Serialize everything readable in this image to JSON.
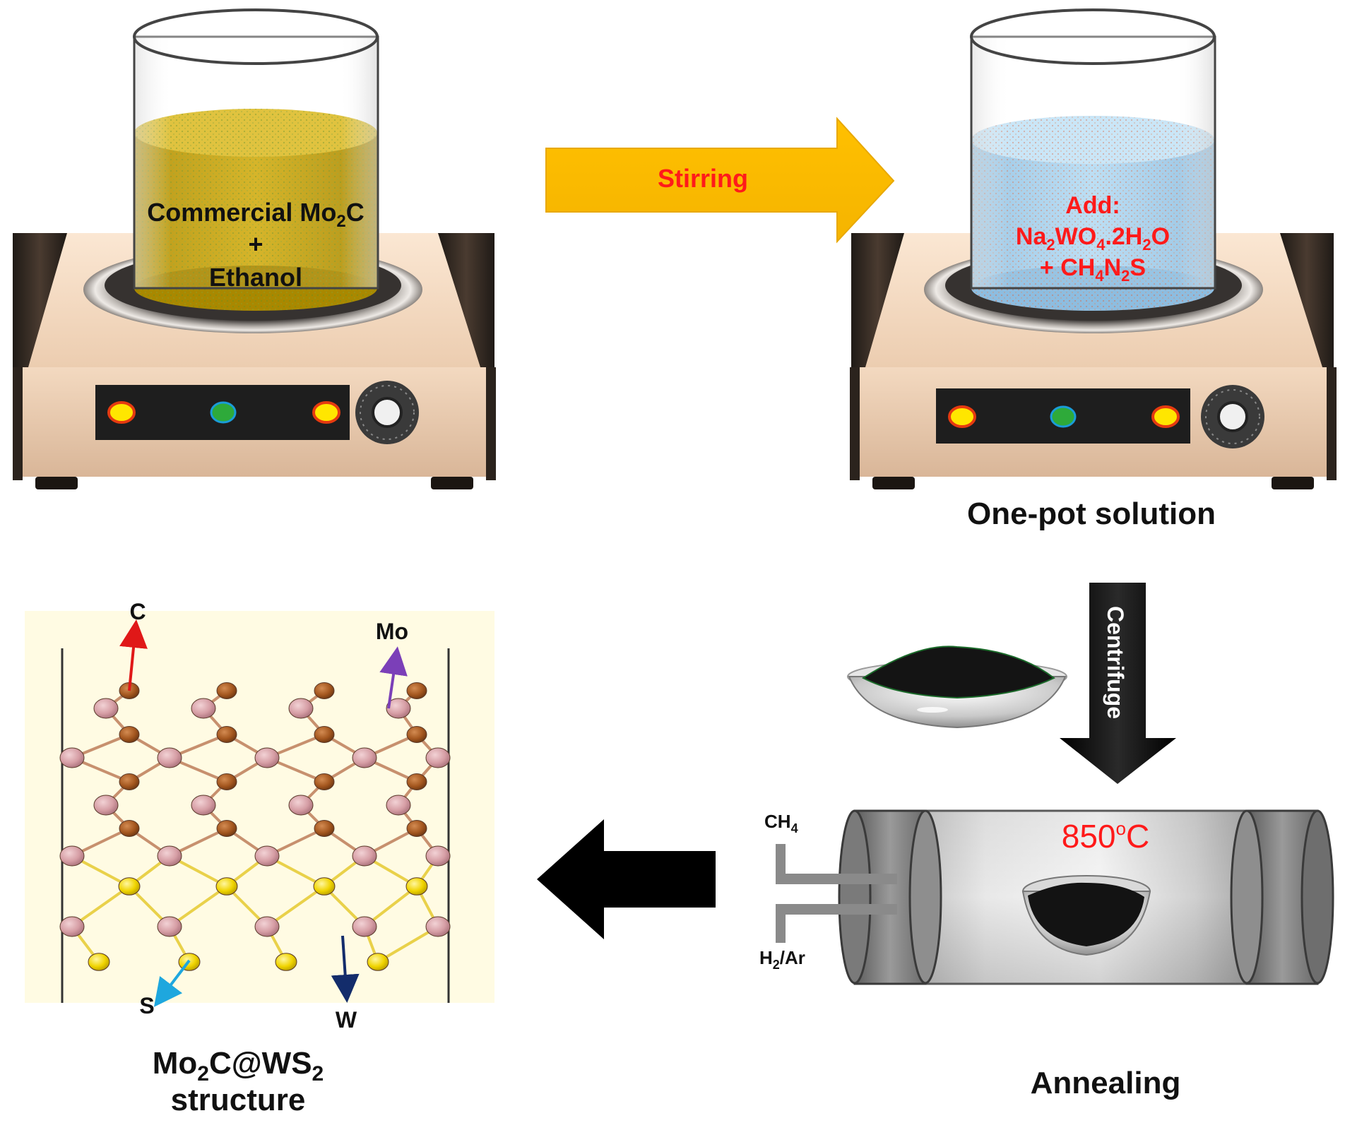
{
  "step1": {
    "line1": "Commercial Mo",
    "line1_sub": "2",
    "line1_end": "C",
    "line2": "+",
    "line3": "Ethanol"
  },
  "arrow_stirring": {
    "label": "Stirring"
  },
  "step2": {
    "line1": "Add:",
    "line2_parts": [
      "Na",
      "2",
      "WO",
      "4",
      ".2H",
      "2",
      "O"
    ],
    "line3_parts": [
      "+ CH",
      "4",
      "N",
      "2",
      "S"
    ],
    "caption": "One-pot solution"
  },
  "arrow_centrifuge": {
    "label": "Centrifuge"
  },
  "furnace": {
    "temperature": "850",
    "degree": "o",
    "unit": "C",
    "gas1": "CH",
    "gas1_sub": "4",
    "gas2": "H",
    "gas2_sub": "2",
    "gas2_end": "/Ar",
    "caption": "Annealing"
  },
  "structure": {
    "label_c": "C",
    "label_mo": "Mo",
    "label_s": "S",
    "label_w": "W",
    "caption_parts": [
      "Mo",
      "2",
      "C@WS",
      "2"
    ],
    "caption_line2": "structure"
  },
  "colors": {
    "arrow_yellow": "#FFC000",
    "text_red": "#FF1A1A",
    "liquid_yellow": "#C9A400",
    "liquid_blue": "#A9D3EE",
    "structure_bg": "#FFFBE3",
    "atom_pink": "#D7A0A6",
    "atom_brown": "#A85A20",
    "atom_yellow": "#F2D800"
  }
}
